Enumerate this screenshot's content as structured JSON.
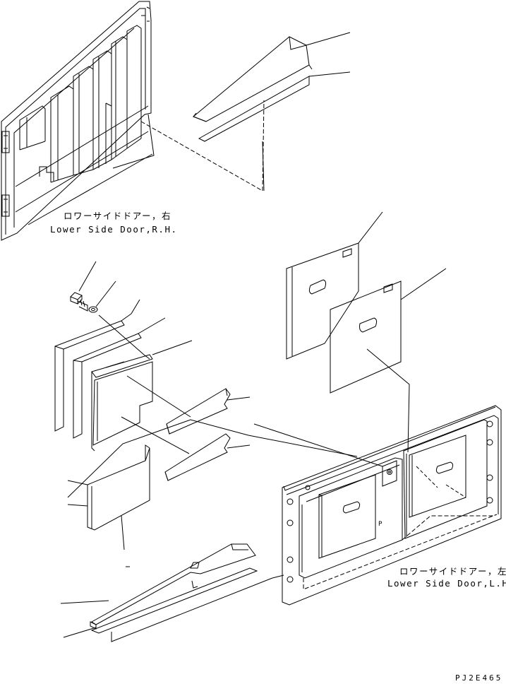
{
  "labels": {
    "rh_jp": "ロワーサイドドアー，右",
    "rh_en": "Lower Side Door,R.H.",
    "lh_jp": "ロワーサイドドアー，左",
    "lh_en": "Lower Side Door,L.H",
    "part_mark": "P",
    "drawing_code": "PJ2E465"
  }
}
